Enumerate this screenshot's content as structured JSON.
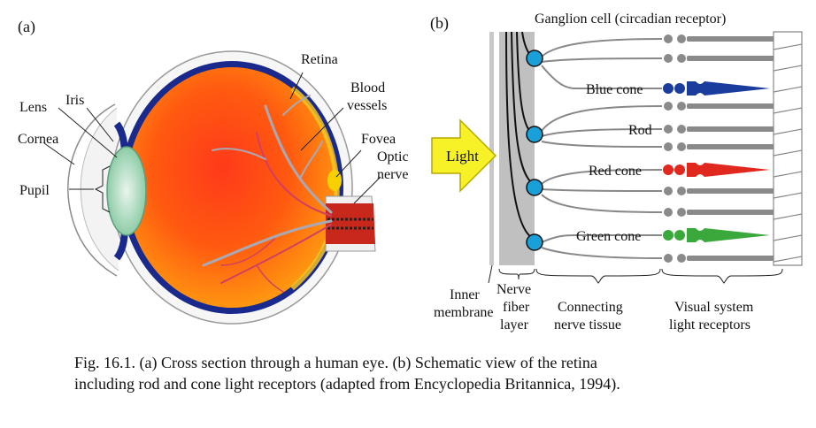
{
  "panel_a": {
    "label": "(a)",
    "labels": {
      "retina": "Retina",
      "blood_vessels_1": "Blood",
      "blood_vessels_2": "vessels",
      "fovea": "Fovea",
      "optic_nerve_1": "Optic",
      "optic_nerve_2": "nerve",
      "iris": "Iris",
      "lens": "Lens",
      "cornea": "Cornea",
      "pupil": "Pupil"
    }
  },
  "panel_b": {
    "label": "(b)",
    "labels": {
      "ganglion": "Ganglion cell (circadian receptor)",
      "blue_cone": "Blue cone",
      "rod": "Rod",
      "red_cone": "Red cone",
      "green_cone": "Green cone",
      "light": "Light",
      "inner_membrane_1": "Inner",
      "inner_membrane_2": "membrane",
      "nerve_fiber_1": "Nerve",
      "nerve_fiber_2": "fiber",
      "nerve_fiber_3": "layer",
      "connecting_1": "Connecting",
      "connecting_2": "nerve tissue",
      "visual_1": "Visual system",
      "visual_2": "light receptors"
    },
    "colors": {
      "blue_cone": "#1a3c9c",
      "red_cone": "#e0281e",
      "green_cone": "#3aa83a",
      "ganglion": "#1aa0d8",
      "light_arrow": "#f7f227"
    }
  },
  "caption": {
    "line1": "Fig. 16.1. (a) Cross section through a human eye. (b) Schematic view of the retina",
    "line2": "including rod and cone light receptors (adapted from Encyclopedia Britannica, 1994)."
  }
}
